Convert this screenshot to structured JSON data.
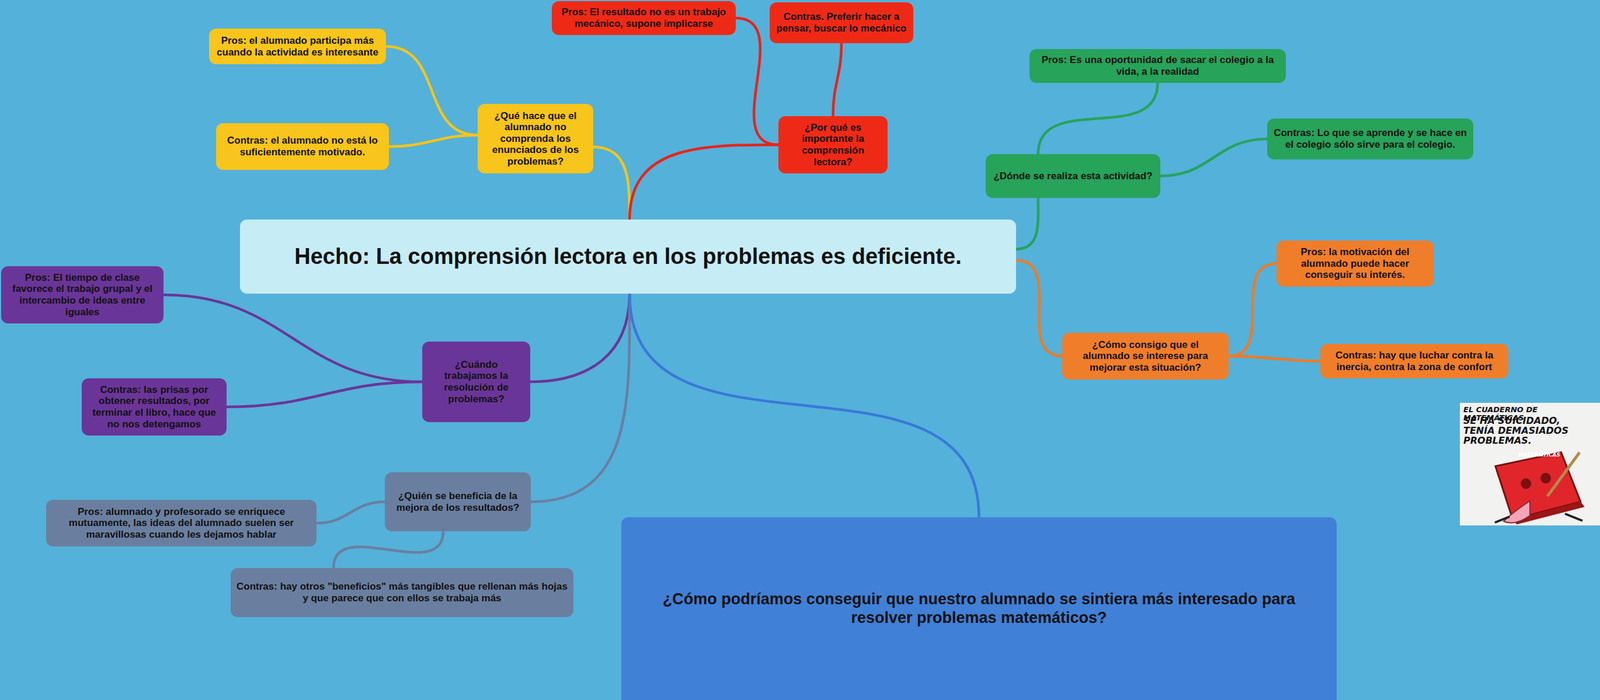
{
  "diagram": {
    "nodes": [
      {
        "text": [
          "Hecho: La comprensión lectora en los problemas es deficiente."
        ]
      },
      {
        "text": [
          "¿Qué hace que el alumnado no comprenda los enunciados de los problemas?"
        ]
      },
      {
        "text": [
          "Pros: el alumnado participa más cuando la actividad es interesante"
        ]
      },
      {
        "text": [
          "Contras: el alumnado no está lo suficientemente motivado."
        ]
      },
      {
        "text": [
          "¿Por qué es importante la comprensión lectora?"
        ]
      },
      {
        "text": [
          "Pros: El resultado no es un trabajo mecánico, supone implicarse"
        ]
      },
      {
        "text": [
          "Contras. Preferir hacer a pensar, buscar lo mecánico"
        ]
      },
      {
        "text": [
          "¿Dónde se realiza esta actividad?"
        ]
      },
      {
        "text": [
          "Pros: Es una oportunidad de sacar el colegio a la vida, a la realidad"
        ]
      },
      {
        "text": [
          "Contras: Lo que se aprende y se hace en el colegio sólo sirve para el colegio."
        ]
      },
      {
        "text": [
          "¿Cómo consigo que el alumnado se interese para mejorar esta situación?"
        ]
      },
      {
        "text": [
          "Pros: la motivación del alumnado puede hacer conseguir su interés."
        ]
      },
      {
        "text": [
          "Contras: hay que luchar contra la inercia, contra la zona de confort"
        ]
      },
      {
        "text": [
          "¿Cuándo trabajamos la resolución de problemas?"
        ]
      },
      {
        "text": [
          "Pros: El tiempo de clase favorece el trabajo grupal y el intercambio de ideas entre iguales"
        ]
      },
      {
        "text": [
          "Contras: las prisas por obtener resultados, por terminar el libro, hace que no nos detengamos"
        ]
      },
      {
        "text": [
          "¿Quién se beneficia de la mejora de los resultados?"
        ]
      },
      {
        "text": [
          "Pros: alumnado y profesorado se enriquece mutuamente, las ideas del alumnado suelen ser maravillosas cuando les dejamos hablar"
        ]
      },
      {
        "text": [
          "Contras: hay otros \"beneficios\" más tangibles que rellenan más hojas y que parece que con ellos se trabaja más"
        ]
      },
      {
        "text": [
          "¿Cómo podríamos conseguir que nuestro alumnado se sintiera más interesado para resolver problemas matemáticos?"
        ]
      }
    ],
    "edges": [
      {
        "from": 0,
        "to": 1,
        "arrow": "none"
      },
      {
        "from": 0,
        "to": 4,
        "arrow": "none"
      },
      {
        "from": 0,
        "to": 7,
        "arrow": "none"
      },
      {
        "from": 0,
        "to": 10,
        "arrow": "none"
      },
      {
        "from": 0,
        "to": 13,
        "arrow": "none"
      },
      {
        "from": 0,
        "to": 16,
        "arrow": "none"
      },
      {
        "from": 0,
        "to": 19,
        "arrow": "none"
      },
      {
        "from": 1,
        "to": 2,
        "arrow": "none"
      },
      {
        "from": 1,
        "to": 3,
        "arrow": "none"
      },
      {
        "from": 4,
        "to": 5,
        "arrow": "none"
      },
      {
        "from": 4,
        "to": 6,
        "arrow": "none"
      },
      {
        "from": 7,
        "to": 8,
        "arrow": "none"
      },
      {
        "from": 7,
        "to": 9,
        "arrow": "none"
      },
      {
        "from": 10,
        "to": 11,
        "arrow": "none"
      },
      {
        "from": 10,
        "to": 12,
        "arrow": "none"
      },
      {
        "from": 13,
        "to": 14,
        "arrow": "none"
      },
      {
        "from": 13,
        "to": 15,
        "arrow": "none"
      },
      {
        "from": 16,
        "to": 17,
        "arrow": "none"
      },
      {
        "from": 16,
        "to": 18,
        "arrow": "none"
      }
    ],
    "labels": [
      "EL CUADERNO DE MATEMÁTICAS",
      "SE HA SUICIDADO, TENÍA DEMASIADOS PROBLEMAS.",
      "MATEMÁTICAS"
    ]
  }
}
